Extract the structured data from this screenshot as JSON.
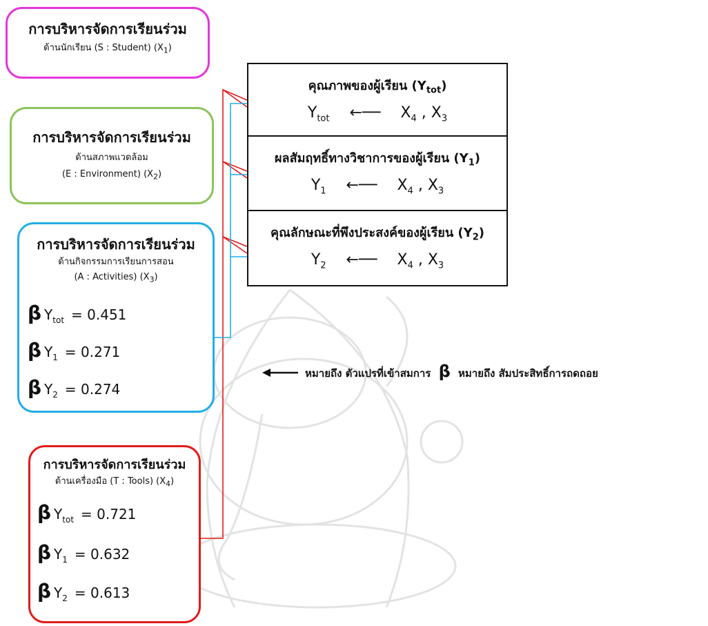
{
  "colors": {
    "student": "#e436d9",
    "environment": "#8dc35a",
    "activities": "#21aee8",
    "tools": "#e11b1b",
    "text": "#111111"
  },
  "boxes": {
    "student": {
      "title": "การบริหารจัดการเรียนร่วม",
      "sub": "ด้านนักเรียน (S : Student) (X",
      "sub_index": "1",
      "sub_end": ")"
    },
    "environment": {
      "title": "การบริหารจัดการเรียนร่วม",
      "sub1": "ด้านสภาพแวดล้อม",
      "sub2": "(E : Environment) (X",
      "sub2_index": "2",
      "sub2_end": ")"
    },
    "activities": {
      "title": "การบริหารจัดการเรียนร่วม",
      "sub1": "ด้านกิจกรรมการเรียนการสอน",
      "sub2": "(A : Activities) (X",
      "sub2_index": "3",
      "sub2_end": ")",
      "coefficients": [
        {
          "beta": "β",
          "var": "Y",
          "index": "tot",
          "equals": "= 0.451",
          "value": 0.451
        },
        {
          "beta": "β",
          "var": "Y",
          "index": "1",
          "equals": "=  0.271",
          "value": 0.271
        },
        {
          "beta": "β",
          "var": "Y",
          "index": "2",
          "equals": "=  0.274",
          "value": 0.274
        }
      ]
    },
    "tools": {
      "title": "การบริหารจัดการเรียนร่วม",
      "sub": "ด้านเครื่องมือ (T : Tools) (X",
      "sub_index": "4",
      "sub_end": ")",
      "coefficients": [
        {
          "beta": "β",
          "var": "Y",
          "index": "tot",
          "equals": "= 0.721",
          "value": 0.721
        },
        {
          "beta": "β",
          "var": "Y",
          "index": "1",
          "equals": "= 0.632",
          "value": 0.632
        },
        {
          "beta": "β",
          "var": "Y",
          "index": "2",
          "equals": "= 0.613",
          "value": 0.613
        }
      ]
    }
  },
  "outcomes": [
    {
      "title": "คุณภาพของผู้เรียน (Y",
      "title_index": "tot",
      "title_end": ")",
      "target": "Y",
      "target_index": "tot",
      "arrow": "←──",
      "predictors": "X",
      "p1": "4",
      "sep": " , X",
      "p2": "3"
    },
    {
      "title": "ผลสัมฤทธิ์ทางวิชาการของผู้เรียน (Y",
      "title_index": "1",
      "title_end": ")",
      "target": "Y",
      "target_index": "1",
      "arrow": "←──",
      "predictors": "X",
      "p1": "4",
      "sep": " , X",
      "p2": "3"
    },
    {
      "title": "คุณลักษณะที่พึงประสงค์ของผู้เรียน (Y",
      "title_index": "2",
      "title_end": ")",
      "target": "Y",
      "target_index": "2",
      "arrow": "←──",
      "predictors": "X",
      "p1": "4",
      "sep": " , X",
      "p2": "3"
    }
  ],
  "legend": {
    "arrow_meaning": "หมายถึง ตัวแปรที่เข้าสมการ",
    "beta": "β",
    "beta_meaning": "หมายถึง สัมประสิทธิ์การถดถอย"
  }
}
